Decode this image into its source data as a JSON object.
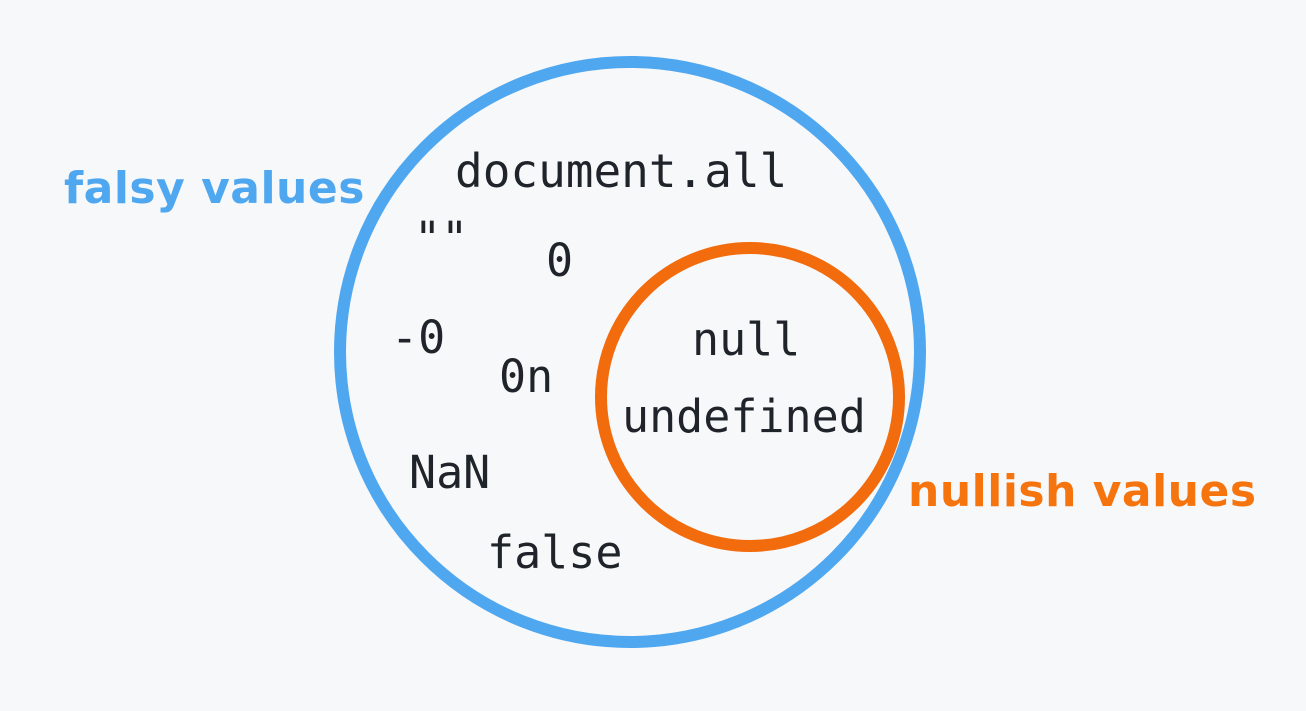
{
  "venn": {
    "background_color": "#f7f8fa",
    "text_color": "#1f242b",
    "falsy": {
      "label": "falsy values",
      "color": "#4FA7F0",
      "values": [
        "document.all",
        "\"\"",
        "0",
        "-0",
        "0n",
        "NaN",
        "false"
      ]
    },
    "nullish": {
      "label": "nullish values",
      "color": "#F26B0C",
      "values": [
        "null",
        "undefined"
      ]
    }
  }
}
